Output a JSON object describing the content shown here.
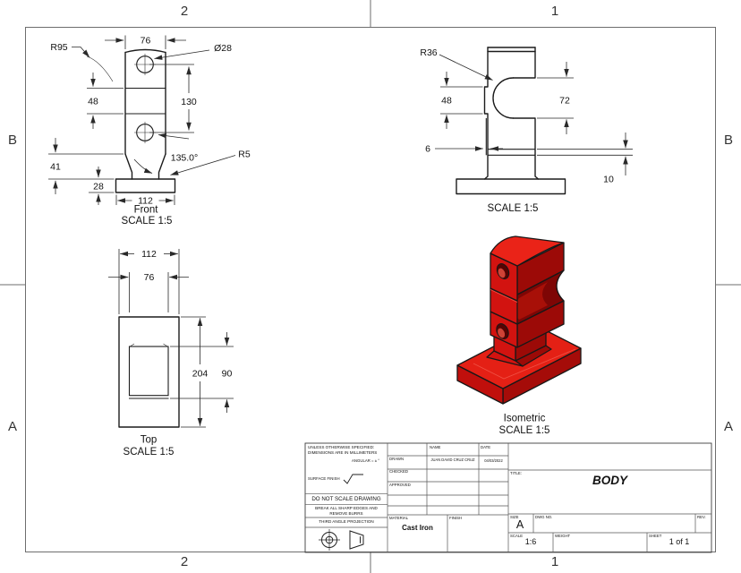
{
  "colors": {
    "outline": "#1c1c1c",
    "dim": "#2a2a2a",
    "border": "#6e6e6e",
    "part_top": "#ea2318",
    "part_front": "#d21310",
    "part_side": "#9c0a07",
    "part_base_top": "#e42015",
    "part_base_front": "#c00f0c",
    "part_base_side": "#a50c09",
    "part_notch_dark": "#7e0605",
    "part_notch_mid": "#a81008",
    "part_hole": "#560302",
    "part_hole_highlight": "#cf4336"
  },
  "zones": {
    "top_left": "2",
    "top_right": "1",
    "bottom_left": "2",
    "bottom_right": "1",
    "left_upper": "B",
    "left_lower": "A",
    "right_upper": "B",
    "right_lower": "A"
  },
  "front_view": {
    "label": "Front",
    "scale": "SCALE 1:5",
    "dim_width": "76",
    "dim_hole_dia": "Ø28",
    "dim_top_radius": "R95",
    "dim_band_height": "48",
    "dim_hole_spacing": "130",
    "dim_stem_height": "41",
    "dim_base_height": "28",
    "dim_base_width": "112",
    "dim_chamfer_angle": "135.0°",
    "dim_fillet_radius": "R5"
  },
  "side_view": {
    "scale": "SCALE 1:5",
    "dim_notch_radius": "R36",
    "dim_band_height": "48",
    "dim_notch_height": "72",
    "dim_wall": "6",
    "dim_step": "10"
  },
  "top_view": {
    "label": "Top",
    "scale": "SCALE 1:5",
    "dim_outer_width": "112",
    "dim_inner_width": "76",
    "dim_outer_depth": "204",
    "dim_inner_depth": "90"
  },
  "iso_view": {
    "label": "Isometric",
    "scale": "SCALE 1:5"
  },
  "title_block": {
    "tolerance_note_line1": "UNLESS OTHERWISE SPECIFIED:",
    "tolerance_note_line2": "DIMENSIONS ARE IN MILLIMETERS",
    "angular_note": "ANGULAR = ± °",
    "surface_finish_label": "SURFACE FINISH",
    "do_not_scale": "DO NOT SCALE DRAWING",
    "deburr_note_line1": "BREAK ALL SHARP EDGES AND",
    "deburr_note_line2": "REMOVE BURRS",
    "projection_label": "THIRD ANGLE PROJECTION",
    "name_header": "NAME",
    "date_header": "DATE",
    "drawn_label": "DRAWN",
    "drawn_name": "JUAN DAVID CRUZ CRUZ",
    "drawn_date": "04/03/2022",
    "checked_label": "CHECKED",
    "approved_label": "APPROVED",
    "material_label": "MATERIAL",
    "material_value": "Cast Iron",
    "finish_label": "FINISH",
    "title_label": "TITLE:",
    "title_value": "BODY",
    "size_label": "SIZE",
    "size_value": "A",
    "dwg_no_label": "DWG NO.",
    "rev_label": "REV.",
    "scale_label": "SCALE",
    "scale_value": "1:6",
    "weight_label": "WEIGHT",
    "sheet_label": "SHEET",
    "sheet_value": "1 of 1"
  }
}
